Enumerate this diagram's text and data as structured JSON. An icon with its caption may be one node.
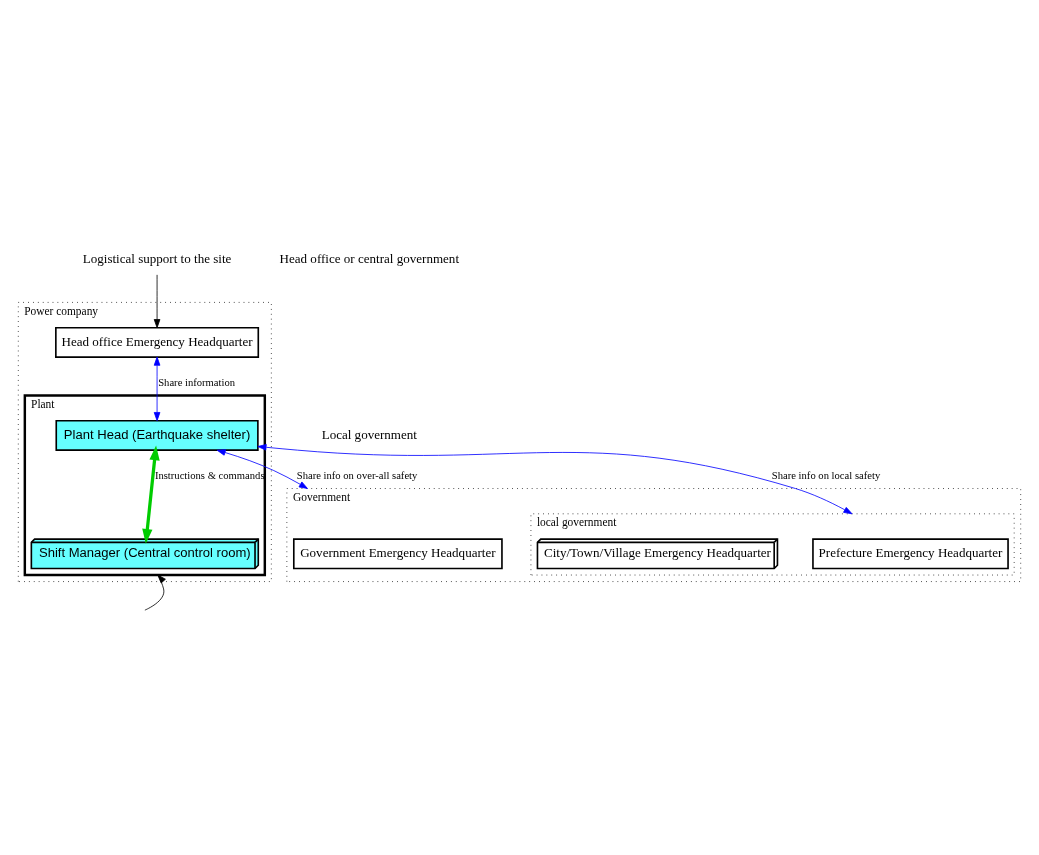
{
  "diagram": {
    "nodes": [
      {
        "text": [
          "Power company"
        ]
      },
      {
        "text": [
          "Head office Emergency Headquarter"
        ],
        "in": 0
      },
      {
        "text": [
          "Plant"
        ],
        "in": 0
      },
      {
        "text": [
          "Plant Head (Earthquake shelter)"
        ],
        "in": 2
      },
      {
        "text": [
          "Shift Manager (Central control room)"
        ],
        "in": 2
      },
      {
        "text": [
          "Government"
        ]
      },
      {
        "text": [
          "Government Emergency Headquarter"
        ],
        "in": 5
      },
      {
        "text": [
          "local government"
        ],
        "in": 5
      },
      {
        "text": [
          "Prefecture Emergency Headquarter"
        ],
        "in": 7
      },
      {
        "text": [
          "City/Town/Village Emergency Headquarter"
        ],
        "in": 7
      },
      {
        "text": [
          "Logistical support to the site"
        ]
      }
    ],
    "edges": [
      {
        "from": 10,
        "to": 1,
        "arrow": "to",
        "color": "#000000"
      },
      {
        "from": 1,
        "to": 3,
        "arrow": "both",
        "label": "Share information"
      },
      {
        "from": 3,
        "to": 5,
        "arrow": "both",
        "label": "Share info on over-all safety"
      },
      {
        "from": 3,
        "to": 7,
        "arrow": "both",
        "label": "Share info on local safety"
      },
      {
        "from": 3,
        "to": 4,
        "arrow": "both",
        "label": "Instructions & commands",
        "color": "#00cc00",
        "style": "thick"
      },
      {
        "from": null,
        "to": 2,
        "arrow": "to",
        "color": "#000000"
      }
    ],
    "labels": [
      "Head office or central government",
      "Local government"
    ]
  }
}
